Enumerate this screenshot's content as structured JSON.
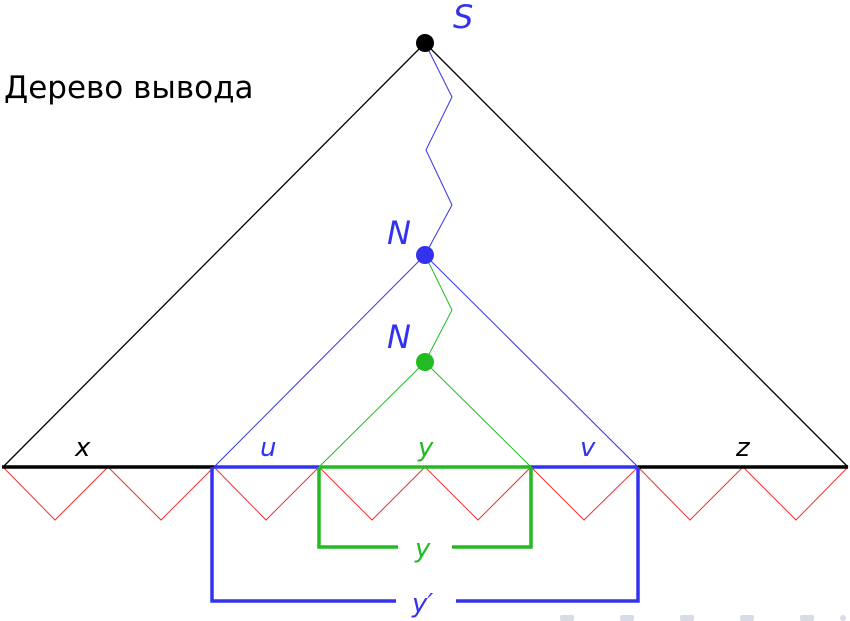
{
  "title": "Дерево вывода",
  "nodes": {
    "root_label": "S",
    "upper_n_label": "N",
    "lower_n_label": "N"
  },
  "segments": {
    "x_label": "x",
    "u_label": "u",
    "y_label": "y",
    "v_label": "v",
    "z_label": "z"
  },
  "brackets": {
    "inner_label": "y",
    "outer_label": "y′"
  },
  "colors": {
    "tree": "#000000",
    "outer": "#3333ee",
    "inner": "#22bb22",
    "leaves": "#ee3333",
    "nav": "#d8dbe8"
  }
}
